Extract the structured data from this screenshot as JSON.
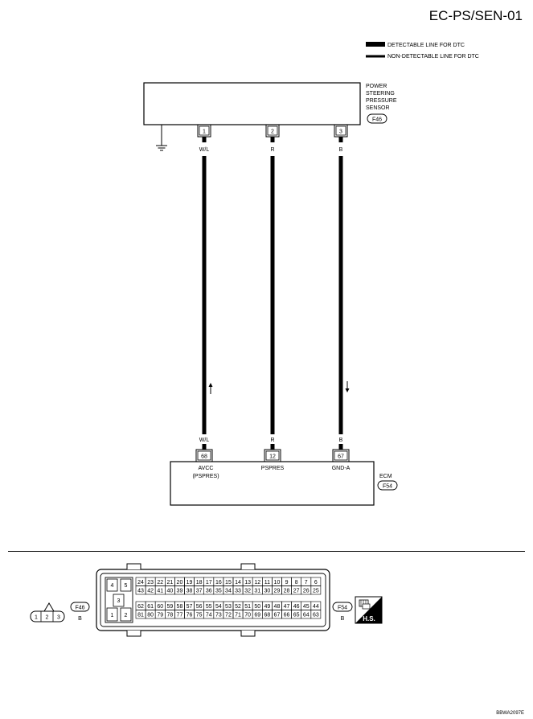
{
  "header": {
    "title": "EC-PS/SEN-01"
  },
  "legend": {
    "detectable": "DETECTABLE LINE FOR DTC",
    "non_detectable": "NON-DETECTABLE LINE FOR DTC"
  },
  "sensor": {
    "name_lines": [
      "POWER",
      "STEERING",
      "PRESSURE",
      "SENSOR"
    ],
    "connector": "F46",
    "pins": [
      {
        "num": "1",
        "color": "W/L"
      },
      {
        "num": "2",
        "color": "R"
      },
      {
        "num": "3",
        "color": "B"
      }
    ]
  },
  "ecm": {
    "name": "ECM",
    "connector": "F54",
    "pins": [
      {
        "num": "68",
        "color": "W/L",
        "signal_lines": [
          "AVCC",
          "(PSPRES)"
        ]
      },
      {
        "num": "12",
        "color": "R",
        "signal_lines": [
          "PSPRES"
        ]
      },
      {
        "num": "67",
        "color": "B",
        "signal_lines": [
          "GND-A"
        ]
      }
    ]
  },
  "connectors": {
    "f46": {
      "id": "F46",
      "color": "B",
      "pins": [
        "1",
        "2",
        "3"
      ]
    },
    "f54": {
      "id": "F54",
      "color": "B",
      "left_pins": [
        "4",
        "5",
        "3",
        "1",
        "2"
      ],
      "rows": [
        [
          "24",
          "23",
          "22",
          "21",
          "20",
          "19",
          "18",
          "17",
          "16",
          "15",
          "14",
          "13",
          "12",
          "11",
          "10",
          "9",
          "8",
          "7",
          "6"
        ],
        [
          "43",
          "42",
          "41",
          "40",
          "39",
          "38",
          "37",
          "36",
          "35",
          "34",
          "33",
          "32",
          "31",
          "30",
          "29",
          "28",
          "27",
          "26",
          "25"
        ],
        [
          "62",
          "61",
          "60",
          "59",
          "58",
          "57",
          "56",
          "55",
          "54",
          "53",
          "52",
          "51",
          "50",
          "49",
          "48",
          "47",
          "46",
          "45",
          "44"
        ],
        [
          "81",
          "80",
          "79",
          "78",
          "77",
          "76",
          "75",
          "74",
          "73",
          "72",
          "71",
          "70",
          "69",
          "68",
          "67",
          "66",
          "65",
          "64",
          "63"
        ]
      ]
    }
  },
  "hs_badge": "H.S.",
  "footer_code": "BBWA2097E"
}
